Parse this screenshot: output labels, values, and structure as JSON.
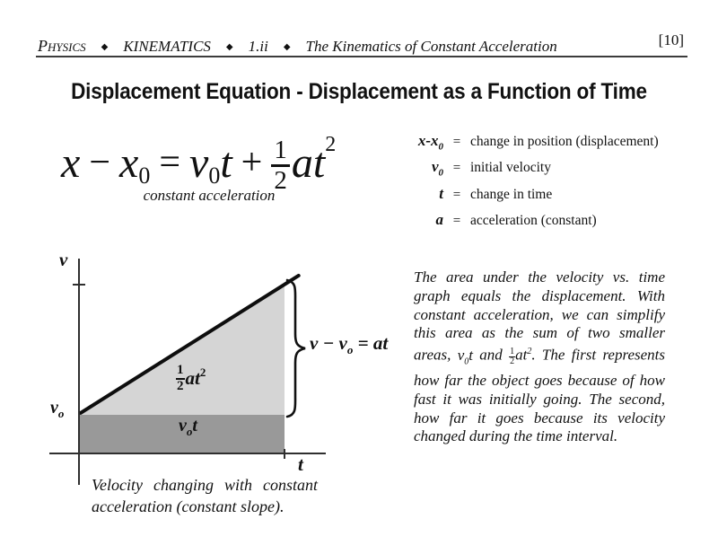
{
  "page": {
    "number": "[10]"
  },
  "header": {
    "course": "Physics",
    "separator": "◆",
    "unit": "KINEMATICS",
    "section": "1.ii",
    "topic": "The Kinematics of Constant Acceleration"
  },
  "title": "Displacement Equation - Displacement as a Function of Time",
  "equation": {
    "x": "x",
    "minus": "−",
    "x0_base": "x",
    "x0_sub": "0",
    "equals": "=",
    "v0_base": "v",
    "v0_sub": "0",
    "t": "t",
    "plus": "+",
    "frac_num": "1",
    "frac_den": "2",
    "at_base": "at",
    "at_sup": "2",
    "caption": "constant acceleration"
  },
  "definitions": {
    "eq": "=",
    "rows": [
      {
        "sym": "x-x",
        "sub": "0",
        "def": "change in position (displacement)"
      },
      {
        "sym": "v",
        "sub": "0",
        "def": "initial velocity"
      },
      {
        "sym": "t",
        "sub": "",
        "def": "change in time"
      },
      {
        "sym": "a",
        "sub": "",
        "def": "acceleration (constant)"
      }
    ]
  },
  "graph": {
    "y_axis_label": "v",
    "x_axis_label": "t",
    "v0_base": "v",
    "v0_sub": "o",
    "triangle_label": {
      "num": "1",
      "den": "2",
      "base": "at",
      "sup": "2"
    },
    "rect_label": {
      "base": "v",
      "sub": "o",
      "t": "t"
    },
    "brace_label": {
      "lead": "v − v",
      "sub": "o",
      "tail": " = at"
    },
    "caption": "Velocity changing with constant acceleration (constant slope).",
    "colors": {
      "triangle_fill": "#d5d5d5",
      "rectangle_fill": "#999999",
      "line": "#0e0e0e"
    }
  },
  "paragraph": {
    "part1": "The area under the velocity vs. time graph equals the displacement. With constant acceleration, we can simplify this area as the sum of two smaller areas, ",
    "v_base": "v",
    "v_sub": "0",
    "v_t": "t",
    "and_text": " and ",
    "frac_num": "1",
    "frac_den": "2",
    "at_base": "at",
    "at_sup": "2",
    "part2": ". The first represents how far the object goes because of how fast it was initially going. The second, how far it goes because its velocity changed during the time interval."
  }
}
